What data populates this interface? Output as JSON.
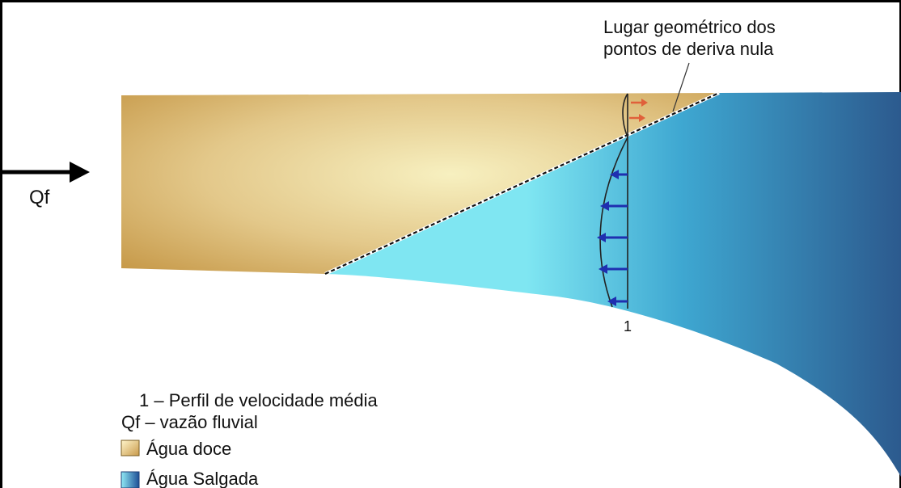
{
  "annotation": {
    "line1": "Lugar geométrico dos",
    "line2": "pontos de deriva nula"
  },
  "inflow_label": "Qf",
  "profile_label": "1",
  "legend": {
    "item1": "1 – Perfil de velocidade média",
    "item2": "Qf – vazão fluvial",
    "fresh_water": "Água doce",
    "salt_water": "Água Salgada"
  },
  "colors": {
    "fresh_light": "#f7f0c0",
    "fresh_dark": "#c79a4a",
    "salt_light": "#7fe6f2",
    "salt_dark": "#2c5a8e",
    "seaward_arrows": "#1f2fb0",
    "landward_arrows": "#e0603a"
  }
}
